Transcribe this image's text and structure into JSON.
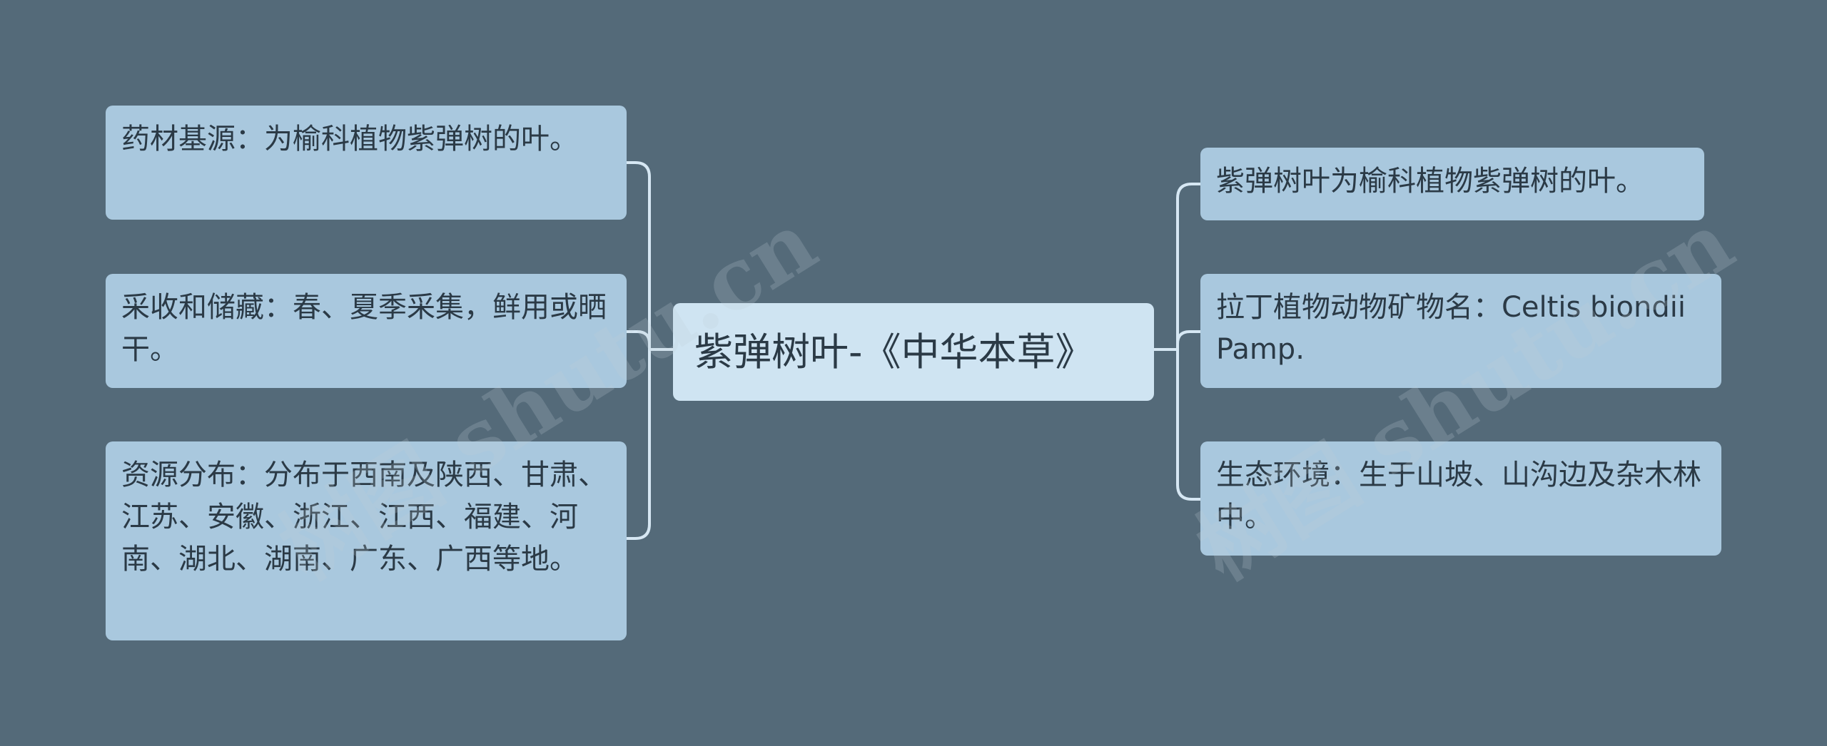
{
  "mindmap": {
    "root": {
      "label": "紫弹树叶-《中华本草》"
    },
    "left_branches": [
      {
        "text": "药材基源：为榆科植物紫弹树的叶。"
      },
      {
        "text": "采收和储藏：春、夏季采集，鲜用或晒干。"
      },
      {
        "text": "资源分布：分布于西南及陕西、甘肃、江苏、安徽、浙江、江西、福建、河南、湖北、湖南、广东、广西等地。"
      }
    ],
    "right_branches": [
      {
        "text": "紫弹树叶为榆科植物紫弹树的叶。"
      },
      {
        "text": "拉丁植物动物矿物名：Celtis biondii Pamp."
      },
      {
        "text": "生态环境：生于山坡、山沟边及杂木林中。"
      }
    ]
  },
  "watermark": {
    "text": "树图 shutu.cn"
  },
  "colors": {
    "background": "#546a79",
    "node_fill": "#a9c8de",
    "root_fill": "#cfe4f2",
    "connector": "#d6e7f3",
    "text": "#2b3a46"
  }
}
